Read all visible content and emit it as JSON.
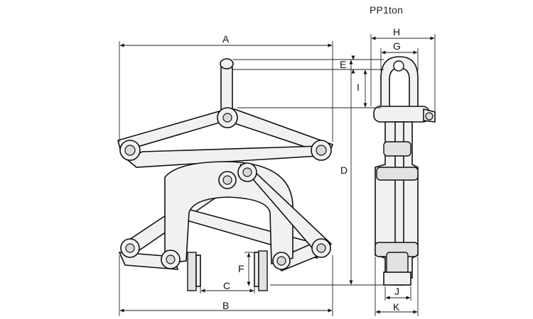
{
  "model": "PP1ton",
  "dimensions": {
    "A": "A",
    "B": "B",
    "C": "C",
    "D": "D",
    "E": "E",
    "F": "F",
    "G": "G",
    "H": "H",
    "I": "I",
    "J": "J",
    "K": "K"
  }
}
